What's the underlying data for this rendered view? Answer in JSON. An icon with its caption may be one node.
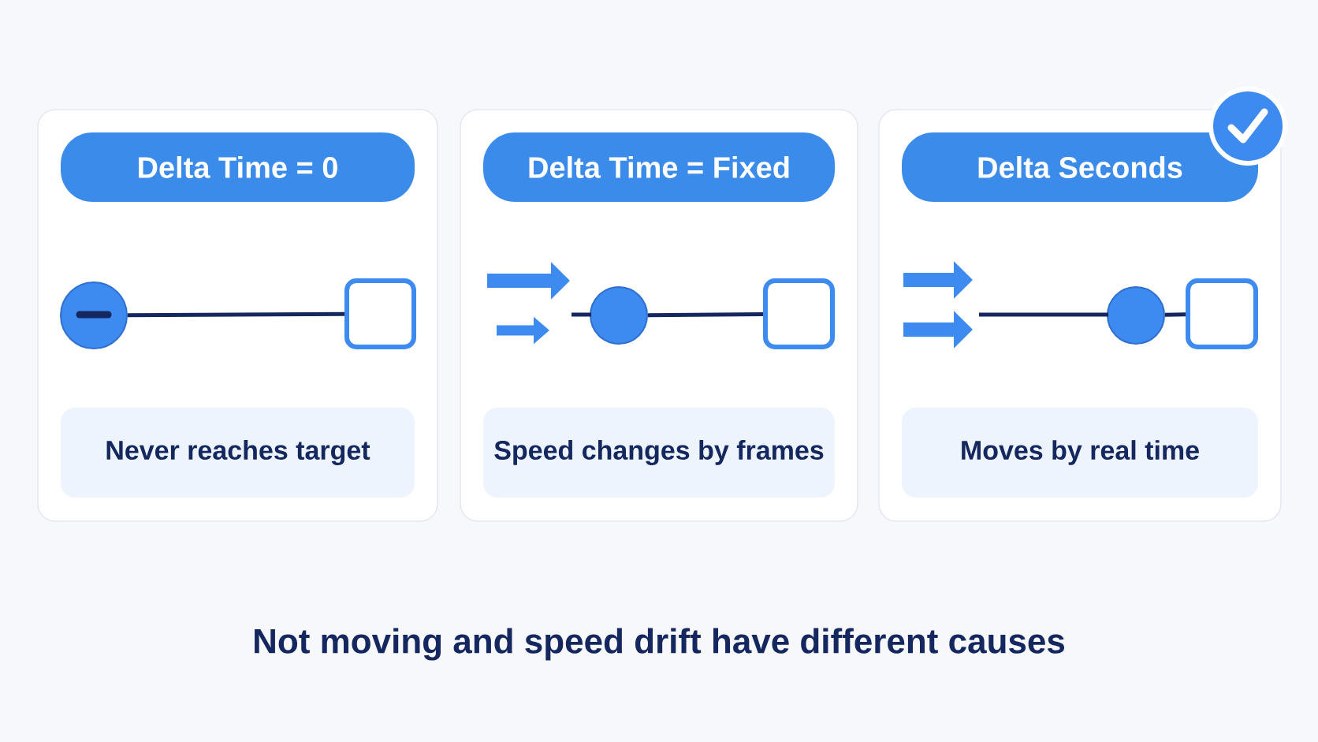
{
  "diagram": {
    "caption": "Not moving and speed drift have different causes",
    "nodes": [
      {
        "text": [],
        "shape": "box"
      },
      {
        "text": [
          "Delta Time = 0"
        ],
        "in": 0
      },
      {
        "text": [],
        "shape": "circle",
        "in": 0
      },
      {
        "text": [],
        "shape": "box",
        "in": 0
      },
      {
        "text": [
          "Never reaches target"
        ],
        "in": 0
      },
      {
        "text": [],
        "shape": "box"
      },
      {
        "text": [
          "Delta Time = Fixed"
        ],
        "in": 5
      },
      {
        "text": [],
        "shape": "circle",
        "in": 5
      },
      {
        "text": [],
        "shape": "box",
        "in": 5
      },
      {
        "text": [
          "Speed changes by frames"
        ],
        "in": 5
      },
      {
        "text": [],
        "shape": "box"
      },
      {
        "text": [
          "Delta Seconds"
        ],
        "in": 10
      },
      {
        "text": [],
        "shape": "circle",
        "in": 10
      },
      {
        "text": [],
        "shape": "box",
        "in": 10
      },
      {
        "text": [
          "Moves by real time"
        ],
        "in": 10
      }
    ],
    "edges": [
      {
        "from": 2,
        "to": 3,
        "arrow": "none"
      },
      {
        "from": 7,
        "to": 8,
        "arrow": "none"
      },
      {
        "from": 12,
        "to": 13,
        "arrow": "none"
      }
    ]
  }
}
